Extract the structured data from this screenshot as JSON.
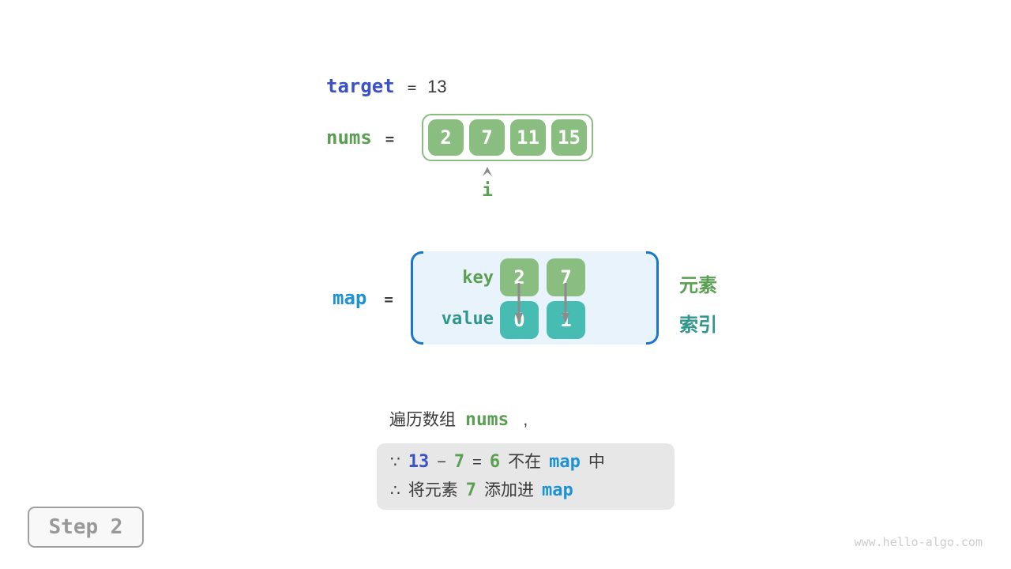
{
  "page": {
    "watermark": "www.hello-algo.com",
    "step_badge": "Step 2"
  },
  "colors": {
    "indigo_code": "#3b51c6",
    "bright_blue_code": "#1e92d2",
    "green_code": "#5aa052",
    "teal_code": "#2e968b",
    "green_cell_fill": "#8abd80",
    "teal_cell_fill": "#46bcb2",
    "map_box_fill": "#e8f3fb",
    "map_bracket_blue": "#1a76cc",
    "note_box_fill": "#e7e7e7",
    "dark_text": "#3a3a3a",
    "arrow_gray": "#8c8c8c"
  },
  "target_row": {
    "label": "target",
    "equals": "=",
    "value": "13"
  },
  "nums_row": {
    "label": "nums",
    "equals": "=",
    "cells": [
      "2",
      "7",
      "11",
      "15"
    ],
    "pointer_label": "i"
  },
  "map_row": {
    "label": "map",
    "equals": "=",
    "key_label": "key",
    "value_label": "value",
    "entries": [
      {
        "key": "2",
        "value": "0"
      },
      {
        "key": "7",
        "value": "1"
      }
    ],
    "right_labels": {
      "element": "元素",
      "index": "索引"
    }
  },
  "caption": {
    "prefix": "遍历数组",
    "code": "nums",
    "comma": ","
  },
  "note_box": {
    "line1": {
      "because": "∵",
      "minuend": "13",
      "minus": "−",
      "subtrahend": "7",
      "equals": "=",
      "difference": "6",
      "not_in": "不在",
      "map": "map",
      "zhong": "中"
    },
    "line2": {
      "therefore": "∴",
      "text_before": "将元素",
      "element": "7",
      "text_after": "添加进",
      "map": "map"
    }
  }
}
